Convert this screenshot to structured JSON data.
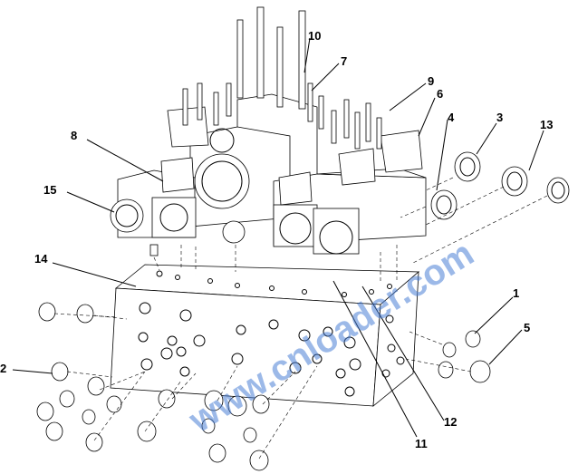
{
  "title": "Hydraulic valve block exploded view",
  "watermark": "www.cnloader.com",
  "callouts": [
    "1",
    "2",
    "3",
    "4",
    "5",
    "6",
    "7",
    "8",
    "9",
    "10",
    "11",
    "12",
    "13",
    "14",
    "15"
  ],
  "colors": {
    "line": "#000000",
    "background": "#ffffff",
    "watermark": "#4a7fd6"
  }
}
